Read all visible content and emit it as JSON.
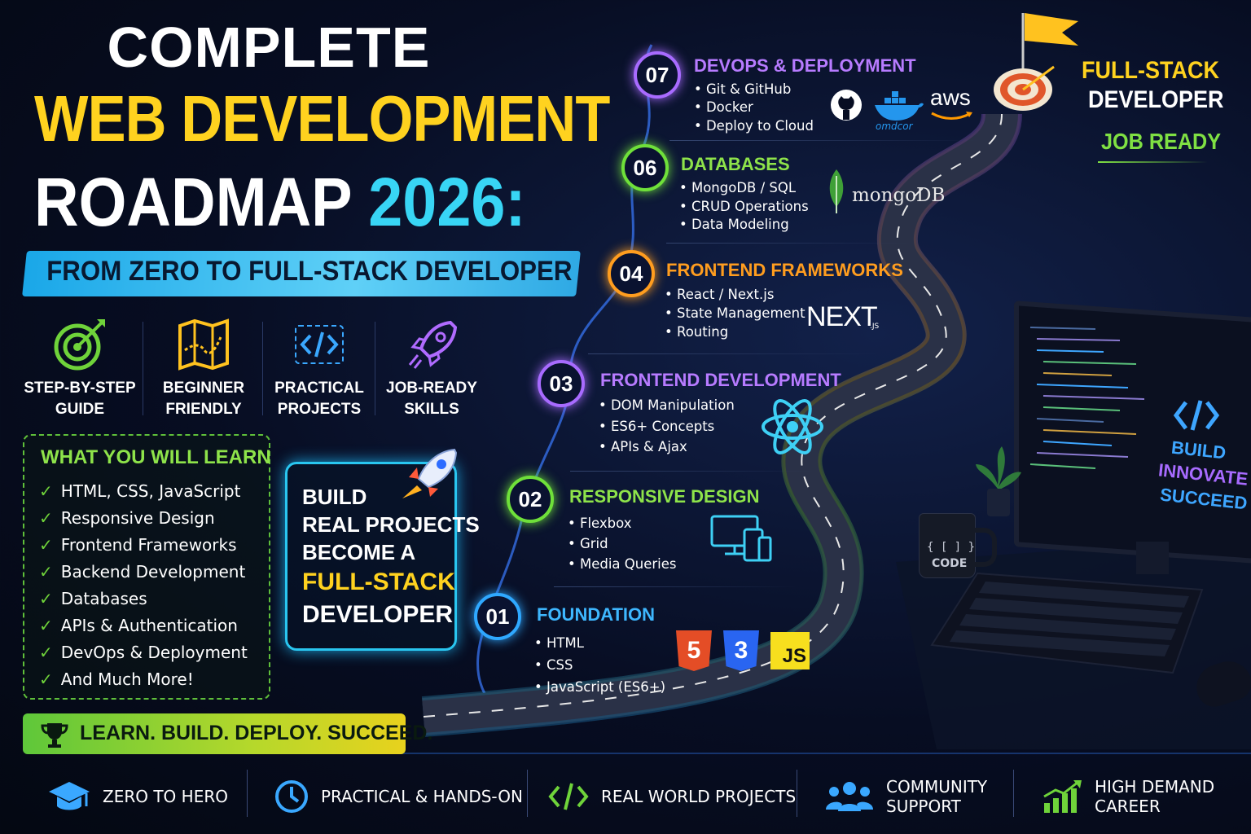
{
  "title": {
    "line1": "COMPLETE",
    "line2": "WEB DEVELOPMENT",
    "line3": "ROADMAP",
    "year": "2026:",
    "subtitle": "FROM ZERO TO FULL-STACK DEVELOPER"
  },
  "features": [
    {
      "label": "STEP-BY-STEP\nGUIDE",
      "icon": "target-icon"
    },
    {
      "label": "BEGINNER\nFRIENDLY",
      "icon": "map-icon"
    },
    {
      "label": "PRACTICAL\nPROJECTS",
      "icon": "code-icon"
    },
    {
      "label": "JOB-READY\nSKILLS",
      "icon": "rocket-icon"
    }
  ],
  "learn": {
    "title": "WHAT YOU WILL LEARN",
    "items": [
      "HTML, CSS, JavaScript",
      "Responsive Design",
      "Frontend Frameworks",
      "Backend Development",
      "Databases",
      "APIs & Authentication",
      "DevOps & Deployment",
      "And Much More!"
    ]
  },
  "build": {
    "line1": "BUILD",
    "line2": "REAL PROJECTS",
    "line3": "BECOME A",
    "line4": "FULL-STACK",
    "line5": "DEVELOPER"
  },
  "banner": "LEARN. BUILD. DEPLOY. SUCCEED.",
  "steps": {
    "s07": {
      "num": "07",
      "title": "DEVOPS & DEPLOYMENT",
      "items": [
        "• Git & GitHub",
        "• Docker",
        "• Deploy to Cloud"
      ],
      "logo1": "omdcor",
      "logo2": "aws"
    },
    "s06": {
      "num": "06",
      "title": "DATABASES",
      "items": [
        "• MongoDB / SQL",
        "• CRUD Operations",
        "• Data Modeling"
      ],
      "logo": "mongoDB"
    },
    "s04": {
      "num": "04",
      "title": "FRONTEND FRAMEWORKS",
      "items": [
        "• React / Next.js",
        "• State Management",
        "• Routing"
      ],
      "logo": "NEXT",
      "logo_sub": ".JS"
    },
    "s03": {
      "num": "03",
      "title": "FRONTEND DEVELOPMENT",
      "items": [
        "• DOM Manipulation",
        "• ES6+ Concepts",
        "• APIs & Ajax"
      ]
    },
    "s02": {
      "num": "02",
      "title": "RESPONSIVE DESIGN",
      "items": [
        "• Flexbox",
        "• Grid",
        "• Media Queries"
      ]
    },
    "s01": {
      "num": "01",
      "title": "FOUNDATION",
      "items": [
        "• HTML",
        "• CSS",
        "• JavaScript (ES6+)"
      ],
      "badges": [
        "5",
        "3",
        "JS"
      ]
    }
  },
  "goal": {
    "line1": "FULL-STACK",
    "line2": "DEVELOPER",
    "tag": "JOB READY"
  },
  "monitor": {
    "line1": "BUILD",
    "line2": "INNOVATE",
    "line3": "SUCCEED"
  },
  "mug": {
    "top": "{ [ ] }",
    "label": "CODE"
  },
  "footer": [
    {
      "label": "ZERO TO HERO",
      "icon": "graduation-cap-icon"
    },
    {
      "label": "PRACTICAL & HANDS-ON",
      "icon": "clock-icon"
    },
    {
      "label": "REAL WORLD PROJECTS",
      "icon": "code-icon"
    },
    {
      "label": "COMMUNITY\nSUPPORT",
      "icon": "community-icon"
    },
    {
      "label": "HIGH DEMAND\nCAREER",
      "icon": "growth-chart-icon"
    }
  ],
  "colors": {
    "yellow": "#ffd21f",
    "cyan": "#38d5f5",
    "green": "#7fe043",
    "purple": "#a86bff",
    "orange": "#ff9d1f",
    "background": "#070d22"
  }
}
